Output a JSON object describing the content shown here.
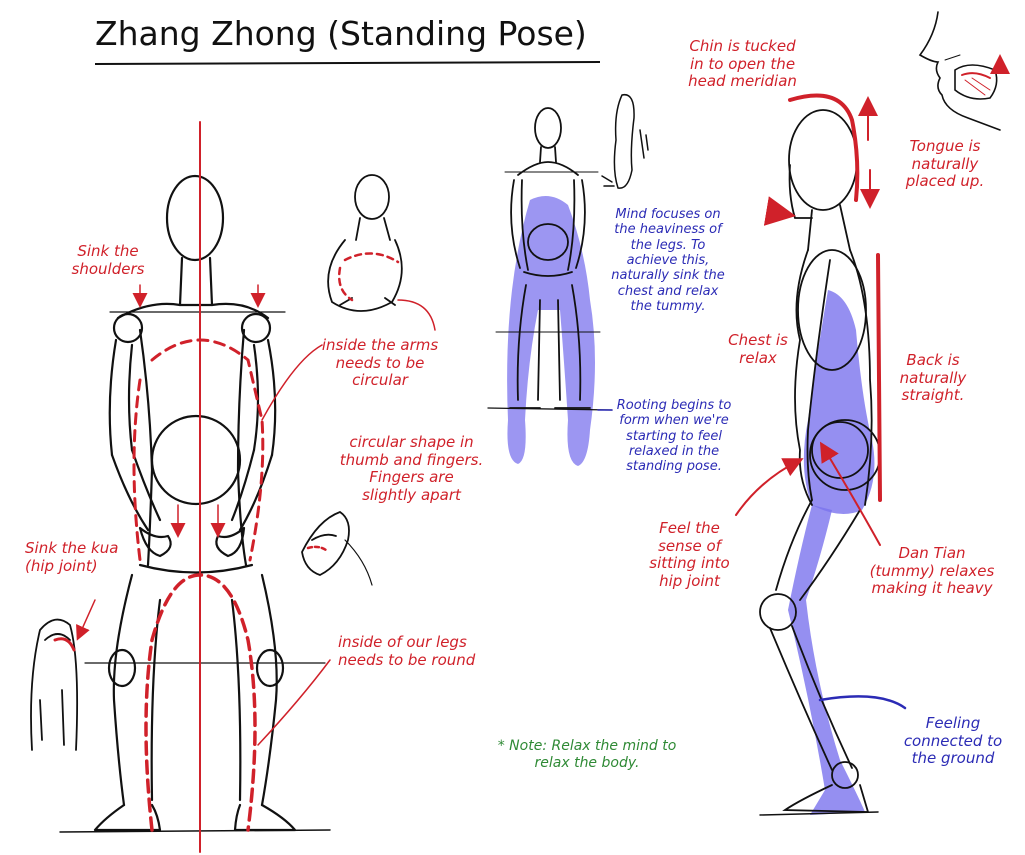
{
  "title": "Zhang Zhong (Standing Pose)",
  "colors": {
    "ink": "#111111",
    "red_annotation": "#d0212a",
    "blue_annotation": "#2b2bb5",
    "blue_fill": "#7b73ee",
    "green_note": "#2f8a35"
  },
  "annotations": {
    "sink_shoulders": "Sink the\nshoulders",
    "arms_circular": "inside the arms\nneeds to be\ncircular",
    "thumb_fingers": "circular shape in\nthumb and fingers.\nFingers are\nslightly apart",
    "sink_kua": "Sink the kua\n(hip joint)",
    "legs_round": "inside of our legs\nneeds to be round",
    "mind_focus": "Mind focuses on\nthe heaviness of\nthe legs. To\nachieve this,\nnaturally sink the\nchest and relax\nthe tummy.",
    "rooting": "Rooting begins to\nform when we're\nstarting to feel\nrelaxed in the\nstanding pose.",
    "note": "* Note: Relax the mind to\nrelax the body.",
    "chin_tucked": "Chin is tucked\nin to open the\nhead meridian",
    "tongue": "Tongue is\nnaturally\nplaced up.",
    "chest_relax": "Chest is\nrelax",
    "back_straight": "Back is\nnaturally\nstraight.",
    "feel_sitting": "Feel the\nsense of\nsitting into\nhip joint",
    "dan_tian": "Dan Tian\n(tummy) relaxes\nmaking it heavy",
    "connected_ground": "Feeling\nconnected to\nthe ground"
  }
}
